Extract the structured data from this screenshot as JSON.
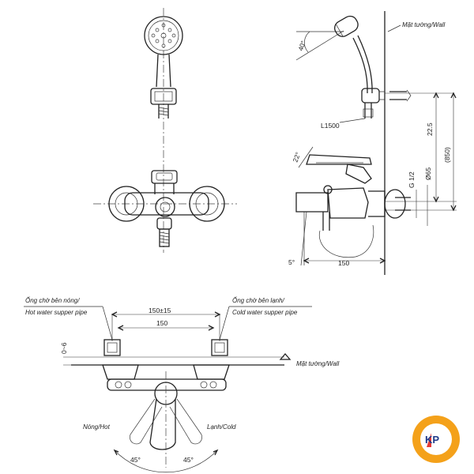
{
  "labels": {
    "wall_top": "Mặt tường/Wall",
    "angle_40": "40°",
    "hose_length": "L1500",
    "dim_22_5": "22.5",
    "dim_850": "(850)",
    "angle_22": "22°",
    "thread_g12": "G 1/2",
    "dia_65": "Ø65",
    "angle_5": "5°",
    "dim_150_side": "150",
    "hot_pipe_vi": "Ống chờ bên nóng/",
    "hot_pipe_en": "Hot water supper pipe",
    "cold_pipe_vi": "Ống chờ bên lạnh/",
    "cold_pipe_en": "Cold water supper pipe",
    "dim_150_15": "150±15",
    "dim_150_bottom": "150",
    "dim_0_6": "0~6",
    "wall_bottom": "Mặt tường/Wall",
    "hot": "Nóng/Hot",
    "cold": "Lạnh/Cold",
    "angle_45_left": "45°",
    "angle_45_right": "45°"
  },
  "logo": {
    "text": "KP",
    "colors": {
      "ring": "#f4a11a",
      "inner": "#ffffff",
      "letters": "#1e3a8a",
      "accent": "#e53935"
    }
  }
}
